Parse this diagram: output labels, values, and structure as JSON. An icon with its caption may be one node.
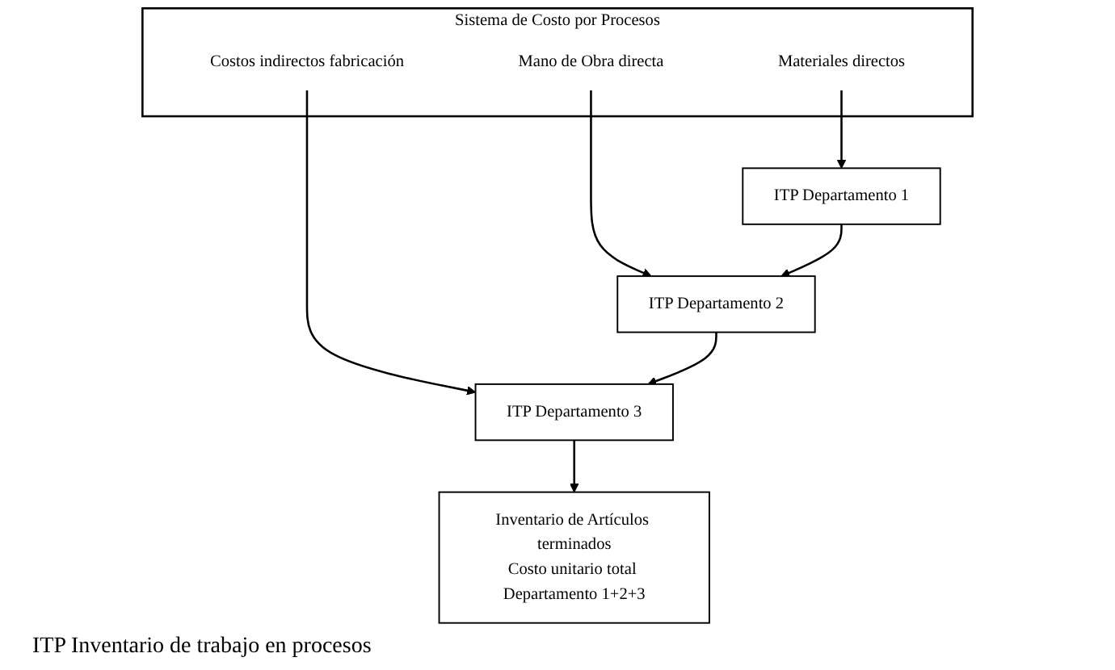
{
  "diagram": {
    "nodes": [
      {
        "text": [
          "Sistema de Costo por Procesos"
        ]
      },
      {
        "text": [
          "Materiales directos"
        ],
        "in": 0
      },
      {
        "text": [
          "Mano de Obra directa"
        ],
        "in": 0
      },
      {
        "text": [
          "Costos indirectos fabricación"
        ],
        "in": 0
      },
      {
        "text": [
          "ITP Departamento 1"
        ]
      },
      {
        "text": [
          "ITP Departamento 2"
        ]
      },
      {
        "text": [
          "ITP Departamento 3"
        ]
      },
      {
        "text": [
          "Inventario de Artículos terminados",
          "Costo unitario total Departamento 1+2+3"
        ]
      }
    ],
    "edges": [
      {
        "from": 1,
        "to": 4,
        "arrow": "to"
      },
      {
        "from": 2,
        "to": 5,
        "arrow": "to"
      },
      {
        "from": 3,
        "to": 6,
        "arrow": "to"
      },
      {
        "from": 4,
        "to": 5,
        "arrow": "to"
      },
      {
        "from": 5,
        "to": 6,
        "arrow": "to"
      },
      {
        "from": 6,
        "to": 7,
        "arrow": "to"
      }
    ],
    "labels": [
      "ITP Inventario de trabajo en procesos"
    ]
  }
}
